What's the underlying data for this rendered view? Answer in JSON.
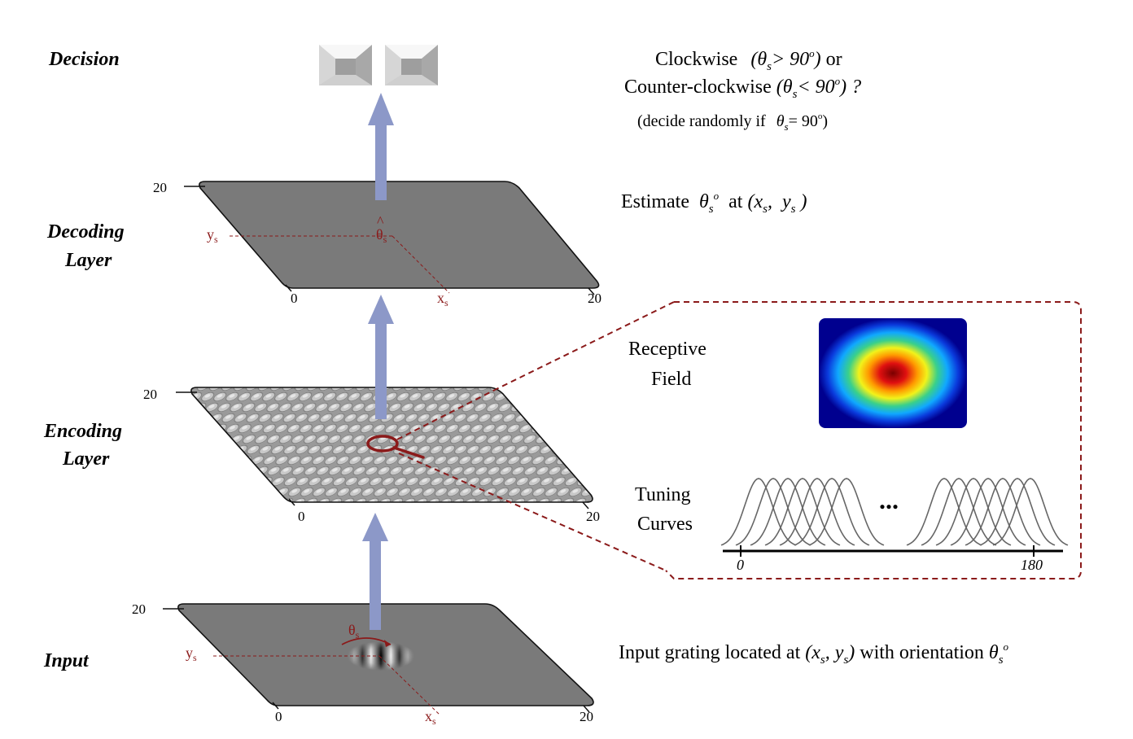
{
  "layers": {
    "decision": "Decision",
    "decoding_line1": "Decoding",
    "decoding_line2": "Layer",
    "encoding_line1": "Encoding",
    "encoding_line2": "Layer",
    "input": "Input"
  },
  "plane_axes": {
    "min": "0",
    "max": "20",
    "x_label": "x",
    "y_label": "y",
    "subscript": "s",
    "theta_label": "θ"
  },
  "decision_text": {
    "line1_word": "Clockwise",
    "line1_cond": "> 90",
    "line1_tail": "or",
    "line2_word": "Counter-clockwise",
    "line2_cond": "< 90",
    "line2_tail": "?",
    "line3_pre": "(decide randomly if",
    "line3_cond": "= 90",
    "line3_close": ")"
  },
  "estimate_text": {
    "pre": "Estimate",
    "mid": "at",
    "coords": "(x",
    "comma": ",",
    "y": "y",
    "close": ")"
  },
  "inset": {
    "rf_line1": "Receptive",
    "rf_line2": "Field",
    "tc_line1": "Tuning",
    "tc_line2": "Curves",
    "ellipsis": "...",
    "axis_min": "0",
    "axis_max": "180"
  },
  "input_text": {
    "pre": "Input grating located at",
    "coords_open": "(x",
    "comma": ",",
    "y": "y",
    "coords_close": ")",
    "mid": "with orientation"
  },
  "colors": {
    "plane": "#7a7a7a",
    "arrow": "#8c98c8",
    "dark_red": "#8b1a1a",
    "curve": "#666666"
  }
}
